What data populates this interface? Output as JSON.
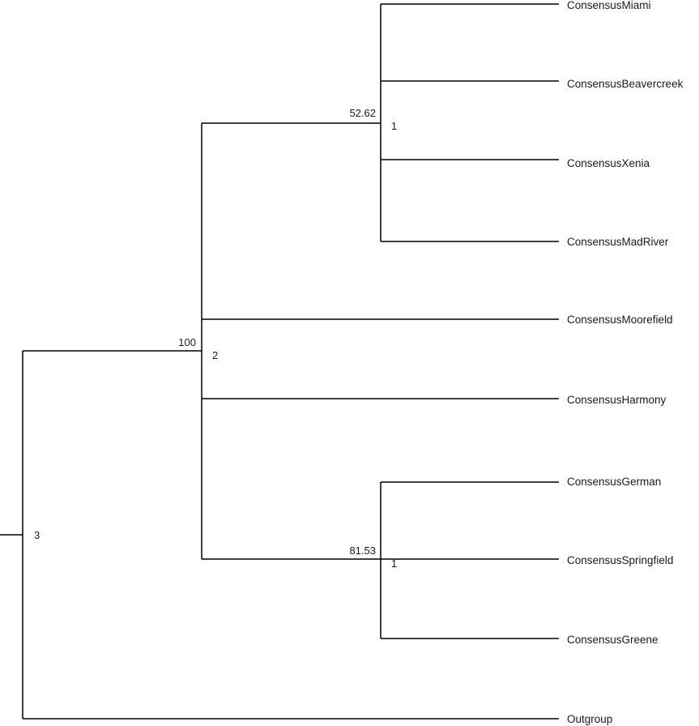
{
  "tree": {
    "leaves": [
      "ConsensusMiami",
      "ConsensusBeavercreek",
      "ConsensusXenia",
      "ConsensusMadRiver",
      "ConsensusMoorefield",
      "ConsensusHarmony",
      "ConsensusGerman",
      "ConsensusSpringfield",
      "ConsensusGreene",
      "Outgroup"
    ],
    "nodes": {
      "root": {
        "support": "",
        "id": "3"
      },
      "inner": {
        "support": "100",
        "id": "2"
      },
      "upper": {
        "support": "52.62",
        "id": "1"
      },
      "lower": {
        "support": "81.53",
        "id": "1"
      }
    }
  }
}
